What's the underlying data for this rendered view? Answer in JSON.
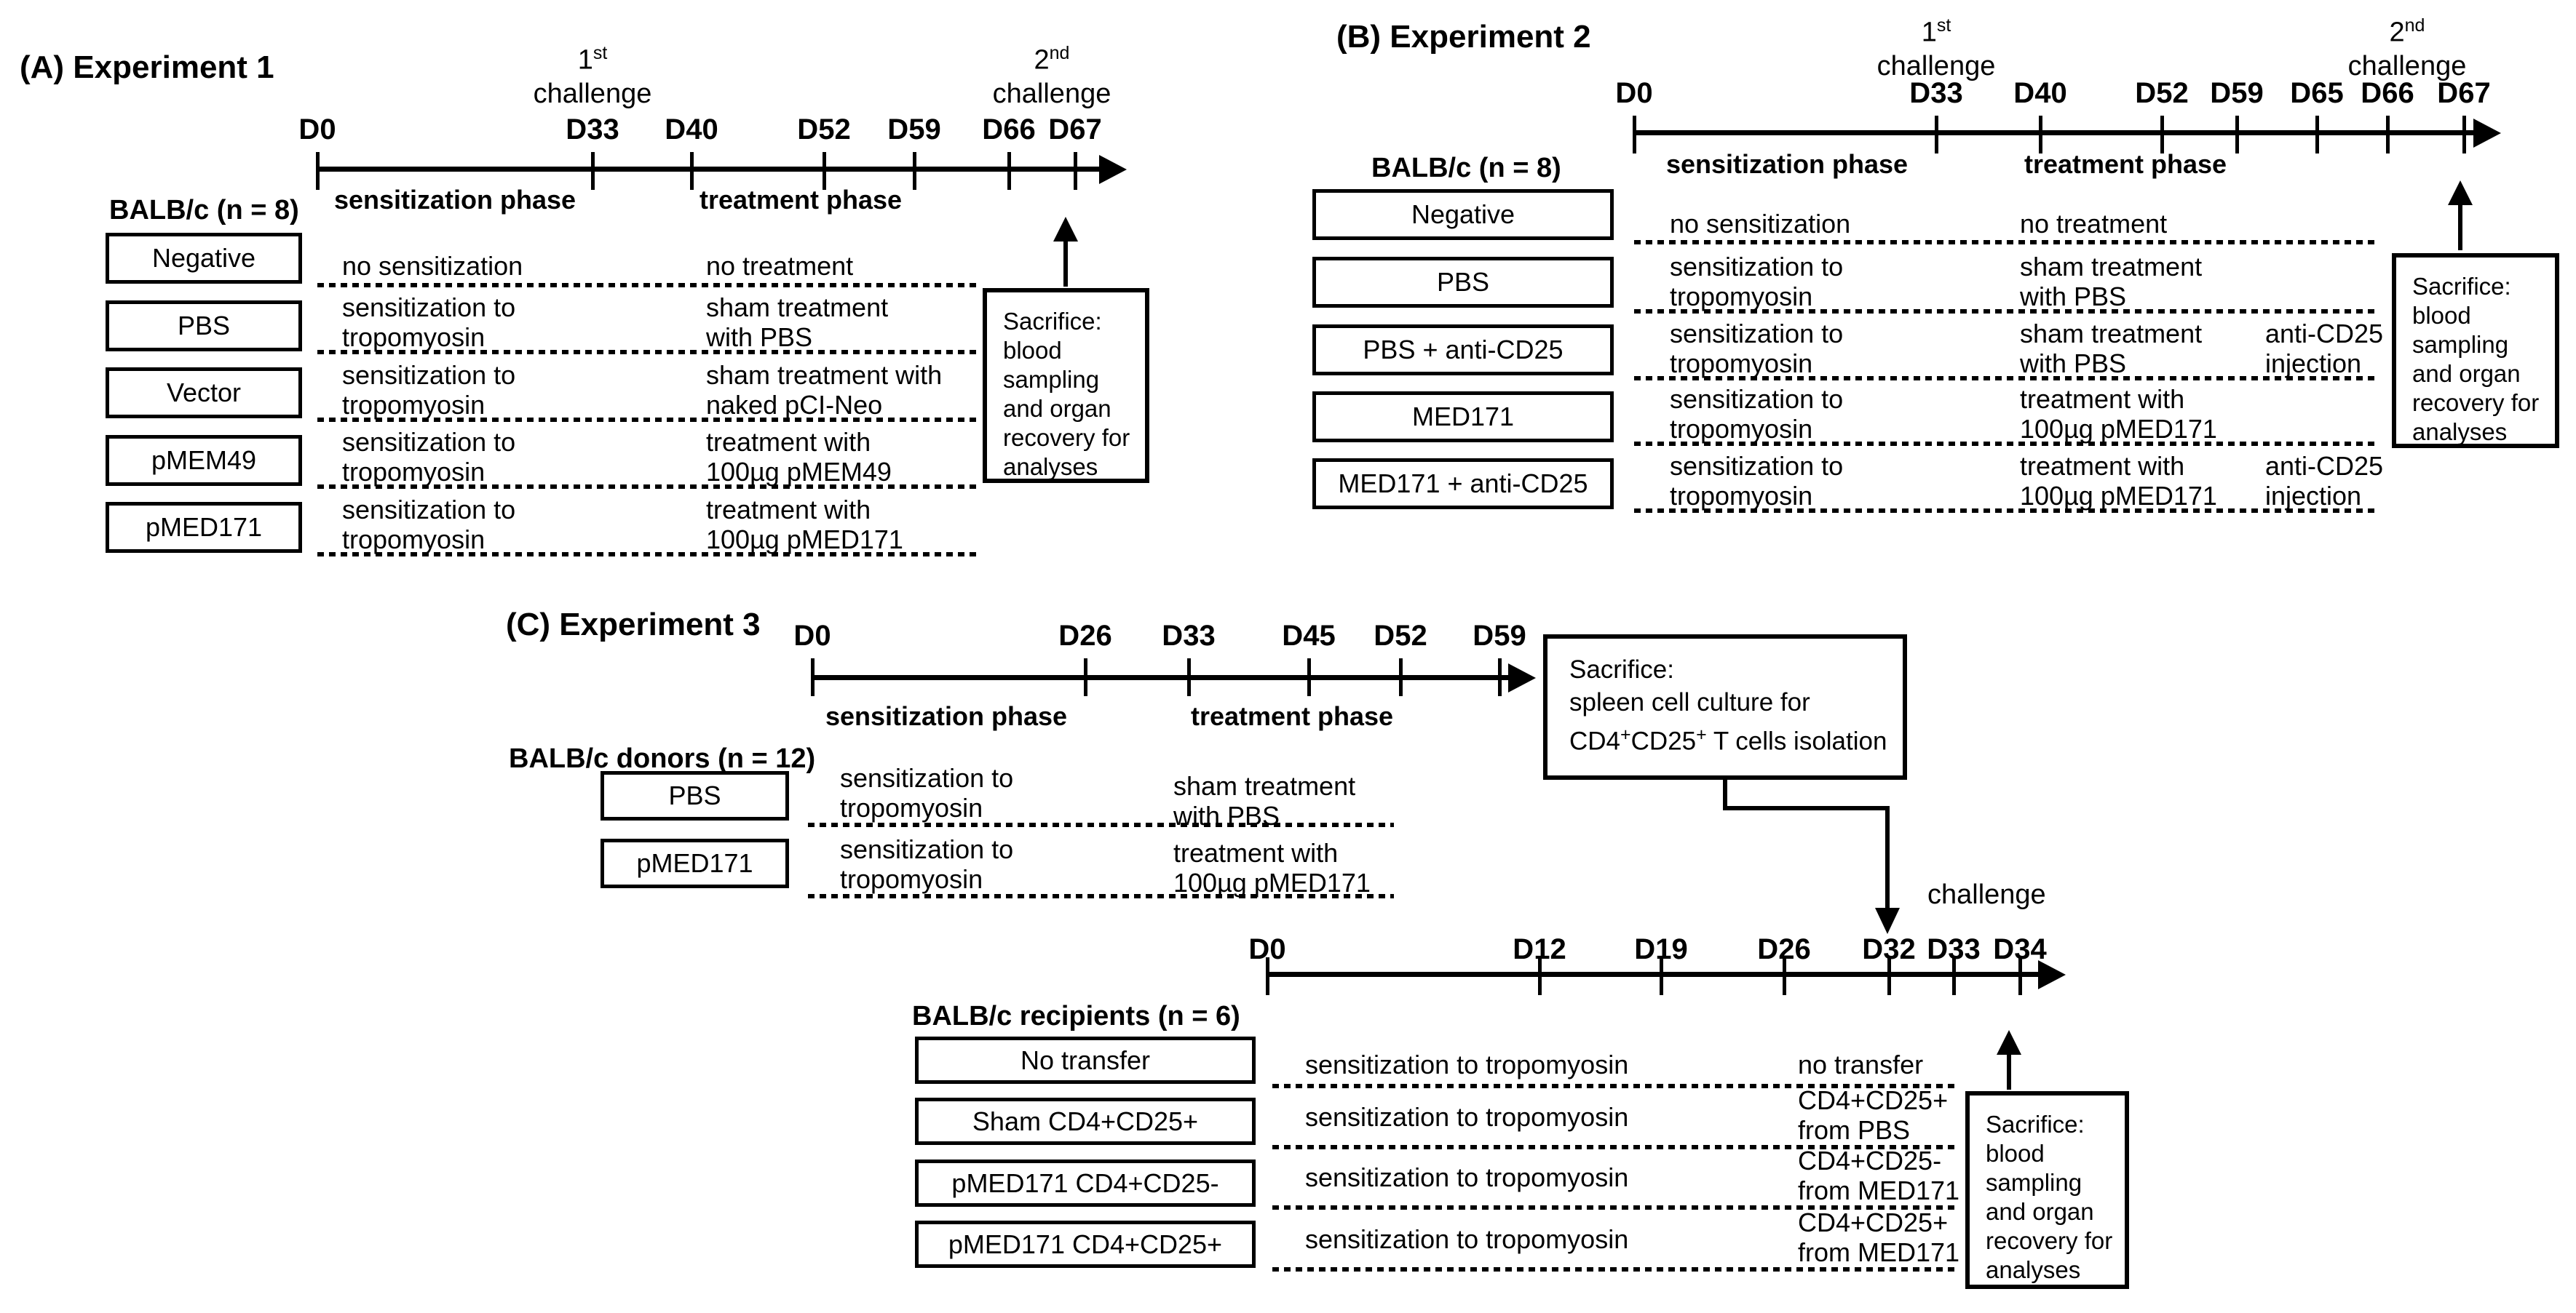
{
  "colors": {
    "foreground": "#000000",
    "background": "#ffffff"
  },
  "panelA": {
    "title": "(A) Experiment 1",
    "challenge1_num": "1",
    "challenge1_sup": "st",
    "challenge1_word": "challenge",
    "challenge2_num": "2",
    "challenge2_sup": "nd",
    "challenge2_word": "challenge",
    "ticks": [
      "D0",
      "D33",
      "D40",
      "D52",
      "D59",
      "D66",
      "D67"
    ],
    "phase_sensitization": "sensitization phase",
    "phase_treatment": "treatment phase",
    "cohort": "BALB/c (n = 8)",
    "groups": [
      "Negative",
      "PBS",
      "Vector",
      "pMEM49",
      "pMED171"
    ],
    "rows": [
      {
        "sens": [
          "no sensitization"
        ],
        "treat": [
          "no treatment"
        ]
      },
      {
        "sens": [
          "sensitization to",
          "tropomyosin"
        ],
        "treat": [
          "sham treatment",
          "with PBS"
        ]
      },
      {
        "sens": [
          "sensitization to",
          "tropomyosin"
        ],
        "treat": [
          "sham treatment with",
          "naked pCI-Neo"
        ]
      },
      {
        "sens": [
          "sensitization to",
          "tropomyosin"
        ],
        "treat": [
          "treatment with",
          "100µg pMEM49"
        ]
      },
      {
        "sens": [
          "sensitization to",
          "tropomyosin"
        ],
        "treat": [
          "treatment with",
          "100µg pMED171"
        ]
      }
    ],
    "sacrifice": [
      "Sacrifice:",
      "blood",
      "sampling",
      "and organ",
      "recovery for",
      "analyses"
    ]
  },
  "panelB": {
    "title": "(B) Experiment 2",
    "challenge1_num": "1",
    "challenge1_sup": "st",
    "challenge1_word": "challenge",
    "challenge2_num": "2",
    "challenge2_sup": "nd",
    "challenge2_word": "challenge",
    "ticks": [
      "D0",
      "D33",
      "D40",
      "D52",
      "D59",
      "D65",
      "D66",
      "D67"
    ],
    "phase_sensitization": "sensitization phase",
    "phase_treatment": "treatment phase",
    "cohort": "BALB/c (n = 8)",
    "groups": [
      "Negative",
      "PBS",
      "PBS + anti-CD25",
      "MED171",
      "MED171 + anti-CD25"
    ],
    "rows": [
      {
        "sens": [
          "no sensitization"
        ],
        "treat": [
          "no treatment"
        ],
        "anti": []
      },
      {
        "sens": [
          "sensitization to",
          "tropomyosin"
        ],
        "treat": [
          "sham treatment",
          "with PBS"
        ],
        "anti": []
      },
      {
        "sens": [
          "sensitization to",
          "tropomyosin"
        ],
        "treat": [
          "sham treatment",
          "with PBS"
        ],
        "anti": [
          "anti-CD25",
          "injection"
        ]
      },
      {
        "sens": [
          "sensitization to",
          "tropomyosin"
        ],
        "treat": [
          "treatment with",
          "100µg pMED171"
        ],
        "anti": []
      },
      {
        "sens": [
          "sensitization to",
          "tropomyosin"
        ],
        "treat": [
          "treatment with",
          "100µg pMED171"
        ],
        "anti": [
          "anti-CD25",
          "injection"
        ]
      }
    ],
    "sacrifice": [
      "Sacrifice:",
      "blood",
      "sampling",
      "and organ",
      "recovery for",
      "analyses"
    ]
  },
  "panelC": {
    "title": "(C) Experiment 3",
    "donors": {
      "ticks": [
        "D0",
        "D26",
        "D33",
        "D45",
        "D52",
        "D59"
      ],
      "phase_sensitization": "sensitization phase",
      "phase_treatment": "treatment phase",
      "cohort": "BALB/c donors (n = 12)",
      "groups": [
        "PBS",
        "pMED171"
      ],
      "rows": [
        {
          "sens": [
            "sensitization to",
            "tropomyosin"
          ],
          "treat": [
            "sham treatment",
            "with PBS"
          ]
        },
        {
          "sens": [
            "sensitization to",
            "tropomyosin"
          ],
          "treat": [
            "treatment with",
            "100µg pMED171"
          ]
        }
      ],
      "sacrifice_line1": "Sacrifice:",
      "sacrifice_line2": "spleen cell culture for",
      "sacrifice_line3_parts": [
        "CD4",
        "+",
        "CD25",
        "+",
        " T cells isolation"
      ]
    },
    "challenge_label": "challenge",
    "recipients": {
      "ticks": [
        "D0",
        "D12",
        "D19",
        "D26",
        "D32",
        "D33",
        "D34"
      ],
      "cohort": "BALB/c recipients (n = 6)",
      "groups": [
        "No transfer",
        "Sham CD4+CD25+",
        "pMED171 CD4+CD25-",
        "pMED171 CD4+CD25+"
      ],
      "rows": [
        {
          "sens": [
            "sensitization to tropomyosin"
          ],
          "transfer": [
            "no transfer"
          ]
        },
        {
          "sens": [
            "sensitization to tropomyosin"
          ],
          "transfer": [
            "CD4+CD25+",
            "from PBS"
          ]
        },
        {
          "sens": [
            "sensitization to tropomyosin"
          ],
          "transfer": [
            "CD4+CD25-",
            "from MED171"
          ]
        },
        {
          "sens": [
            "sensitization to tropomyosin"
          ],
          "transfer": [
            "CD4+CD25+",
            "from MED171"
          ]
        }
      ],
      "sacrifice": [
        "Sacrifice:",
        "blood",
        "sampling",
        "and organ",
        "recovery for",
        "analyses"
      ]
    }
  }
}
